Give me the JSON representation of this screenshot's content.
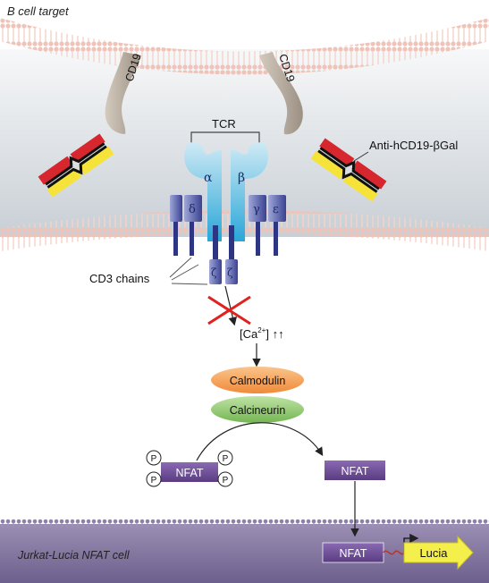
{
  "labels": {
    "b_cell_target": "B cell target",
    "cd19_left": "CD19",
    "cd19_right": "CD19",
    "tcr": "TCR",
    "alpha": "α",
    "beta": "β",
    "delta": "δ",
    "gamma": "γ",
    "epsilon": "ε",
    "zeta1": "ζ",
    "zeta2": "ζ",
    "anti_cd19": "Anti-hCD19-βGal",
    "cd3_chains": "CD3 chains",
    "calcium": "[Ca",
    "calcium_sup": "2+",
    "calcium_suffix": "] ↑↑",
    "calmodulin": "Calmodulin",
    "calcineurin": "Calcineurin",
    "nfat_phospho": "NFAT",
    "nfat_active": "NFAT",
    "nfat_nucleus": "NFAT",
    "phospho": "P",
    "lucia": "Lucia",
    "jurkat_cell": "Jurkat-Lucia NFAT cell"
  },
  "colors": {
    "membrane": "#f2c9c0",
    "cytoplasm_top": "#f4f6f7",
    "cytoplasm_bottom": "#c9d0d6",
    "nucleus": "#7a6c98",
    "cd19": "#b8aca0",
    "tcr_light": "#a8d8ea",
    "tcr_dark": "#2ca8d8",
    "cd3": "#2e3582",
    "antibody_red": "#d7262e",
    "antibody_yellow": "#f5e33a",
    "calmodulin": "#f39b4e",
    "calcineurin": "#86c562",
    "nfat": "#6a4a92",
    "lucia": "#f5ef4b",
    "inhibit_cross": "#e0221f"
  }
}
